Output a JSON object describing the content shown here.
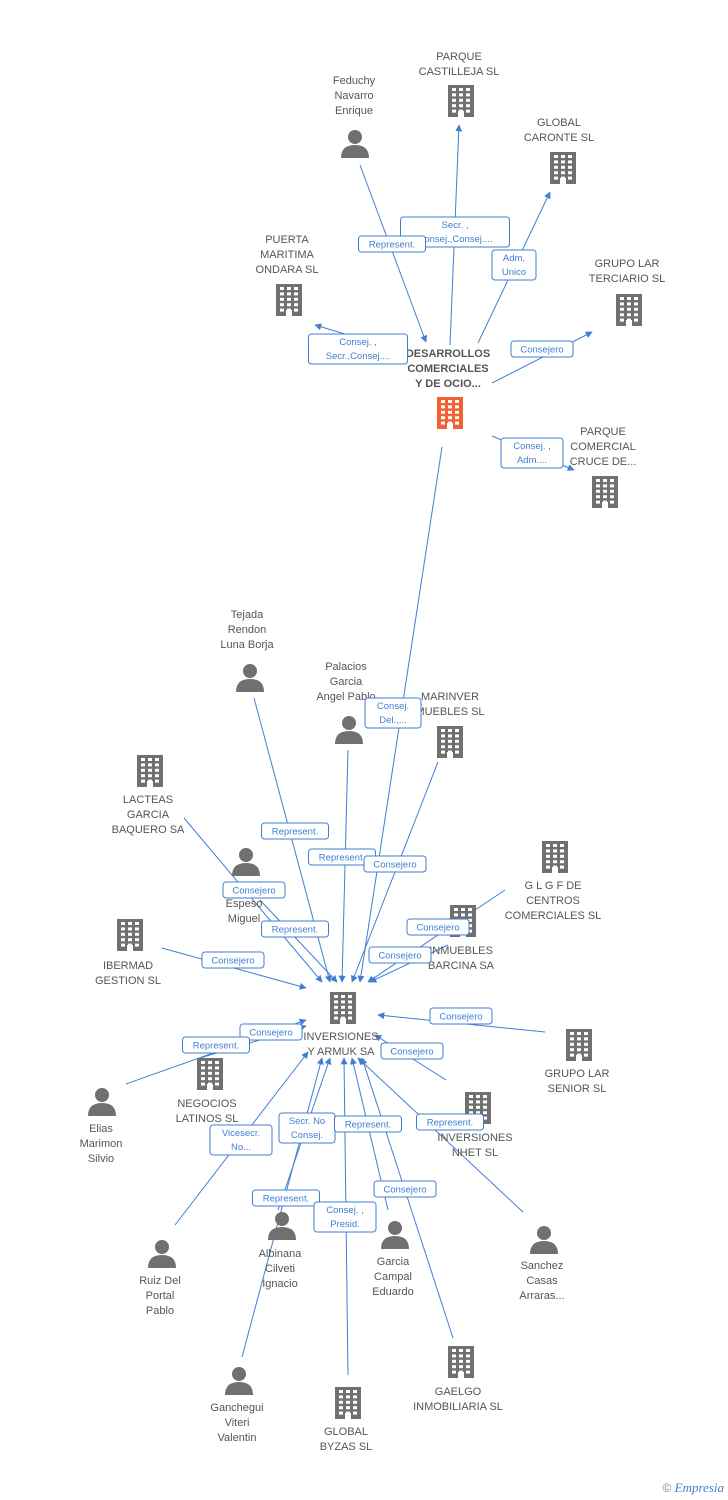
{
  "colors": {
    "accent": "#3f7fd3",
    "node": "#707070",
    "highlight": "#f26230",
    "text": "#555555"
  },
  "footer": {
    "copyright": "©",
    "brand": "Empresia"
  },
  "nodes": [
    {
      "id": "n1",
      "type": "company",
      "label": [
        "PARQUE",
        "CASTILLEJA SL"
      ]
    },
    {
      "id": "n2",
      "type": "person",
      "label": [
        "Feduchy",
        "Navarro",
        "Enrique"
      ]
    },
    {
      "id": "n3",
      "type": "company",
      "label": [
        "GLOBAL",
        "CARONTE SL"
      ]
    },
    {
      "id": "n4",
      "type": "company",
      "label": [
        "PUERTA",
        "MARITIMA",
        "ONDARA SL"
      ]
    },
    {
      "id": "n5",
      "type": "company",
      "label": [
        "GRUPO LAR",
        "TERCIARIO SL"
      ]
    },
    {
      "id": "n6",
      "type": "company",
      "highlight": true,
      "label": [
        "DESARROLLOS",
        "COMERCIALES",
        "Y DE OCIO..."
      ]
    },
    {
      "id": "n7",
      "type": "company",
      "label": [
        "PARQUE",
        "COMERCIAL",
        "CRUCE DE..."
      ]
    },
    {
      "id": "n8",
      "type": "person",
      "label": [
        "Tejada",
        "Rendon",
        "Luna Borja"
      ]
    },
    {
      "id": "n9",
      "type": "person",
      "label": [
        "Palacios",
        "Garcia",
        "Angel Pablo"
      ]
    },
    {
      "id": "n10",
      "type": "company",
      "label": [
        "MARINVER",
        "MUEBLES SL"
      ]
    },
    {
      "id": "n11",
      "type": "company",
      "label": [
        "LACTEAS",
        "GARCIA",
        "BAQUERO SA"
      ]
    },
    {
      "id": "n12",
      "type": "person",
      "label": [
        "Espeso",
        "Miguel"
      ]
    },
    {
      "id": "n13",
      "type": "company",
      "label": [
        "G L G F DE",
        "CENTROS",
        "COMERCIALES SL"
      ]
    },
    {
      "id": "n14",
      "type": "company",
      "label": [
        "INMUEBLES",
        "BARCINA SA"
      ]
    },
    {
      "id": "n15",
      "type": "company",
      "label": [
        "IBERMAD",
        "GESTION SL"
      ]
    },
    {
      "id": "n16",
      "type": "company",
      "label": [
        "INVERSIONES",
        "Y ARMUK SA"
      ]
    },
    {
      "id": "n17",
      "type": "company",
      "label": [
        "GRUPO LAR",
        "SENIOR SL"
      ]
    },
    {
      "id": "n18",
      "type": "company",
      "label": [
        "NEGOCIOS",
        "LATINOS SL"
      ]
    },
    {
      "id": "n19",
      "type": "person",
      "label": [
        "Elias",
        "Marimon",
        "Silvio"
      ]
    },
    {
      "id": "n20",
      "type": "company",
      "label": [
        "INVERSIONES",
        "NHET SL"
      ]
    },
    {
      "id": "n21",
      "type": "person",
      "label": [
        "Sanchez",
        "Casas",
        "Arraras..."
      ]
    },
    {
      "id": "n22",
      "type": "person",
      "label": [
        "Ruiz Del",
        "Portal",
        "Pablo"
      ]
    },
    {
      "id": "n23",
      "type": "person",
      "label": [
        "Albinana",
        "Cilveti",
        "Ignacio"
      ]
    },
    {
      "id": "n24",
      "type": "person",
      "label": [
        "Garcia",
        "Campal",
        "Eduardo"
      ]
    },
    {
      "id": "n25",
      "type": "person",
      "label": [
        "Ganchegui",
        "Viteri",
        "Valentin"
      ]
    },
    {
      "id": "n26",
      "type": "company",
      "label": [
        "GLOBAL",
        "BYZAS SL"
      ]
    },
    {
      "id": "n27",
      "type": "company",
      "label": [
        "GAELGO",
        "INMOBILIARIA SL"
      ]
    }
  ],
  "edges": [
    {
      "id": "e1",
      "label": [
        "Secr. ,",
        "Consej.,Consej...."
      ]
    },
    {
      "id": "e2",
      "label": [
        "Represent."
      ]
    },
    {
      "id": "e3",
      "label": [
        "Adm.",
        "Unico"
      ]
    },
    {
      "id": "e4",
      "label": [
        "Consej. ,",
        "Secr.,Consej...."
      ]
    },
    {
      "id": "e5",
      "label": [
        "Consejero"
      ]
    },
    {
      "id": "e6",
      "label": [
        "Consej. ,",
        "Adm...."
      ]
    },
    {
      "id": "e7",
      "label": [
        "Consej.",
        "Del.,..."
      ]
    },
    {
      "id": "e8",
      "label": [
        "Represent."
      ]
    },
    {
      "id": "e9",
      "label": [
        "Represent."
      ]
    },
    {
      "id": "e10",
      "label": [
        "Consejero"
      ]
    },
    {
      "id": "e11",
      "label": [
        "Consejero"
      ]
    },
    {
      "id": "e12",
      "label": [
        "Represent."
      ]
    },
    {
      "id": "e13",
      "label": [
        "Consejero"
      ]
    },
    {
      "id": "e14",
      "label": [
        "Consejero"
      ]
    },
    {
      "id": "e15",
      "label": [
        "Consejero"
      ]
    },
    {
      "id": "e16",
      "label": [
        "Consejero"
      ]
    },
    {
      "id": "e17",
      "label": [
        "Consejero"
      ]
    },
    {
      "id": "e18",
      "label": [
        "Represent."
      ]
    },
    {
      "id": "e19",
      "label": [
        "Consejero"
      ]
    },
    {
      "id": "e20",
      "label": [
        "Secr. No",
        "Consej."
      ]
    },
    {
      "id": "e21",
      "label": [
        "Represent."
      ]
    },
    {
      "id": "e22",
      "label": [
        "Represent."
      ]
    },
    {
      "id": "e23",
      "label": [
        "Vicesecr.",
        "No..."
      ]
    },
    {
      "id": "e24",
      "label": [
        "Represent."
      ]
    },
    {
      "id": "e25",
      "label": [
        "Consej. ,",
        "Presid."
      ]
    },
    {
      "id": "e26",
      "label": [
        "Consejero"
      ]
    }
  ]
}
